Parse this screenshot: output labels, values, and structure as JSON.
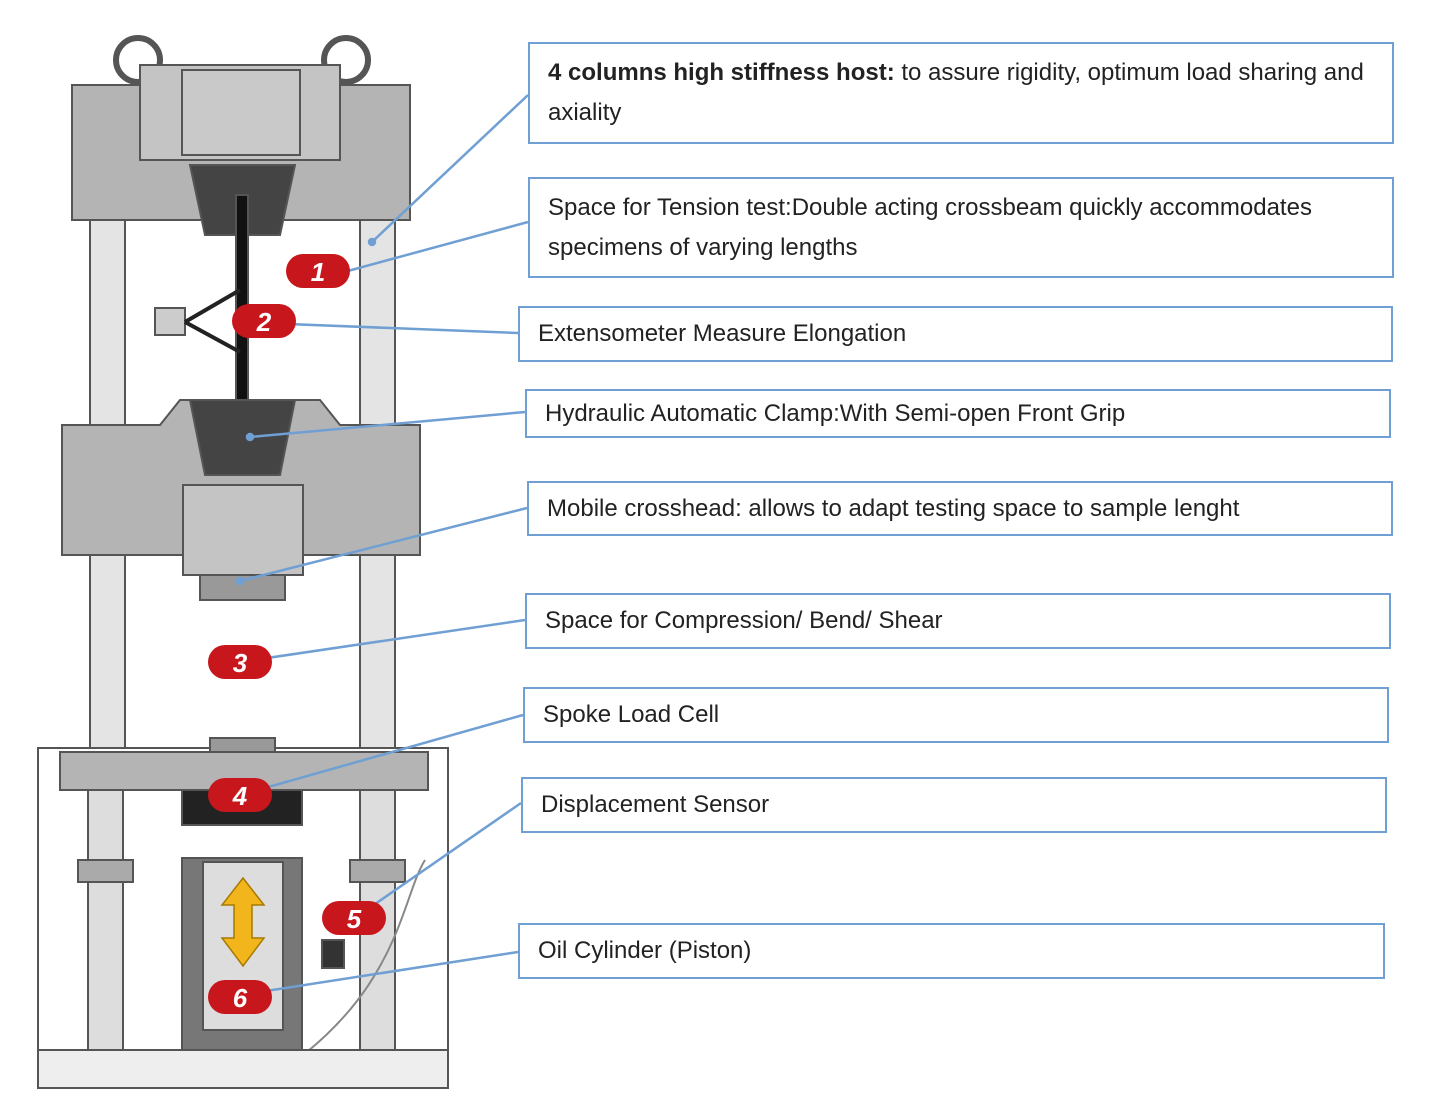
{
  "callouts": [
    {
      "bold": "4 columns high stiffness host:",
      "text": " to assure rigidity, optimum load sharing and axiality"
    },
    {
      "text": "Space for Tension test:Double acting crossbeam quickly accommodates specimens of varying lengths"
    },
    {
      "text": "Extensometer Measure Elongation"
    },
    {
      "text": "Hydraulic Automatic Clamp:With Semi-open Front Grip"
    },
    {
      "text": "Mobile crosshead: allows to adapt testing space to sample lenght"
    },
    {
      "text": "Space for Compression/ Bend/ Shear"
    },
    {
      "text": "Spoke Load Cell"
    },
    {
      "text": "Displacement Sensor"
    },
    {
      "text": "Oil Cylinder (Piston)"
    }
  ],
  "badges": [
    "1",
    "2",
    "3",
    "4",
    "5",
    "6"
  ],
  "colors": {
    "leader": "#6f9fd3",
    "badge": "#c8161d",
    "frame": "#b4b4b4",
    "arrow": "#f2b51c"
  }
}
